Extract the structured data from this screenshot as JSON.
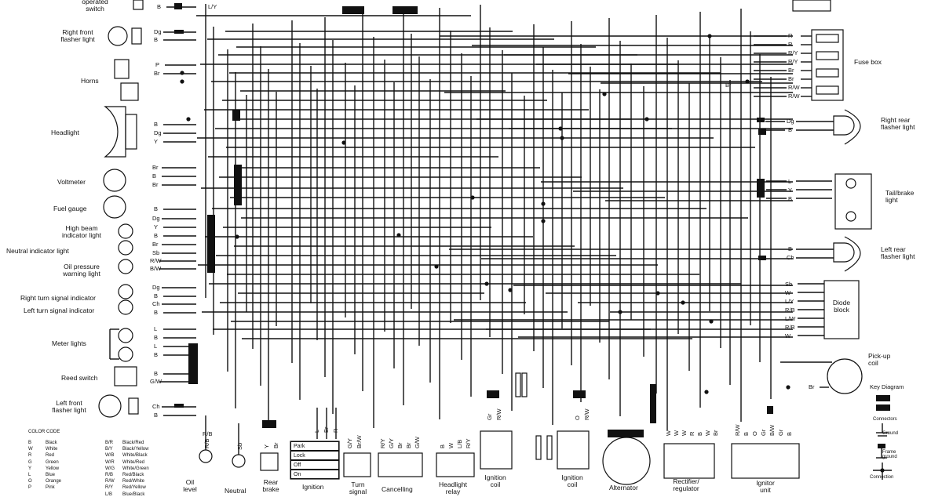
{
  "components_left": {
    "operated_switch": "operated\nswitch",
    "right_front_flasher": "Right front\nflasher light",
    "horns": "Horns",
    "headlight": "Headlight",
    "voltmeter": "Voltmeter",
    "fuel_gauge": "Fuel gauge",
    "high_beam": "High beam\nindicator light",
    "neutral_indicator": "Neutral indicator light",
    "oil_pressure": "Oil pressure\nwarning light",
    "right_turn_indicator": "Right turn signal indicator",
    "left_turn_indicator": "Left turn signal indicator",
    "meter_lights": "Meter lights",
    "reed_switch": "Reed switch",
    "left_front_flasher": "Left front\nflasher light"
  },
  "components_right": {
    "fuse_box": "Fuse box",
    "right_rear_flasher": "Right rear\nflasher light",
    "tail_brake": "Tail/brake\nlight",
    "left_rear_flasher": "Left rear\nflasher light",
    "diode_block": "Diode\nblock",
    "pickup_coil": "Pick-up\ncoil",
    "key_diagram": "Key Diagram",
    "key_connectors": "Connectors",
    "key_ground": "Ground",
    "key_frame_ground": "Frame\nground",
    "key_connection": "Connection"
  },
  "components_bottom": {
    "oil_level": "Oil\nlevel",
    "neutral": "Neutral",
    "rear": "Rear\nbrake",
    "ignition": "Ignition",
    "turn": "Turn\nsignal",
    "cancelling": "Cancelling",
    "headlight_relay": "Headlight\nrelay",
    "ignition_coil_1": "Ignition\ncoil",
    "ignition_coil_2": "Ignition\ncoil",
    "alternator": "Alternator",
    "rectifier": "Rectifier/\nregulator",
    "ignitor": "Ignitor\nunit"
  },
  "ignition_switch_table": {
    "rows": [
      "Park",
      "Lock",
      "Off",
      "On"
    ]
  },
  "wire_codes_left": {
    "operated": "B",
    "operated_ly": "L/Y",
    "rf_dg": "Dg",
    "rf_b": "B",
    "horn_p": "P",
    "horn_br": "Br",
    "hl_b": "B",
    "hl_dg": "Dg",
    "hl_y": "Y",
    "vm_br1": "Br",
    "vm_b": "B",
    "vm_br2": "Br",
    "fg_b": "B",
    "fg_dg": "Dg",
    "hb_y": "Y",
    "hb_b": "B",
    "ni_br": "Br",
    "ni_sb": "Sb",
    "op_rw": "R/W",
    "op_bw": "B/W",
    "rt_dg": "Dg",
    "rt_b": "B",
    "lt_ch": "Ch",
    "lt_b": "B",
    "ml_l1": "L",
    "ml_b1": "B",
    "ml_l2": "L",
    "ml_b2": "B",
    "rs_b": "B",
    "rs_gw": "G/W",
    "lf_ch": "Ch",
    "lf_b": "B"
  },
  "wire_codes_right": {
    "fuse": [
      "R",
      "R",
      "R/Y",
      "R/Y",
      "Br",
      "Br",
      "R/W",
      "R/W"
    ],
    "fuse_br": "Br",
    "rr_dg": "Dg",
    "rr_b": "B",
    "tail": [
      "L",
      "Y",
      "B"
    ],
    "lr_b": "B",
    "lr_ch": "Ch",
    "diode": [
      "Sb",
      "W",
      "L/Y",
      "R/B",
      "L/W",
      "R/B",
      "W"
    ],
    "pickup_br": "Br"
  },
  "wire_codes_bottom": {
    "oil": "R/B",
    "neutral": "Sb",
    "rear": [
      "Y",
      "Br"
    ],
    "ignition": [
      "L",
      "Br",
      "R"
    ],
    "turn": [
      "G/Y",
      "Br/W"
    ],
    "cancel": [
      "R/Y",
      "G/Y",
      "Br",
      "Br",
      "G/W"
    ],
    "relay": [
      "B",
      "W",
      "L/B",
      "R/Y"
    ],
    "coil1": [
      "Gr",
      "R/W"
    ],
    "coil2": [
      "O",
      "R/W"
    ],
    "rect": [
      "W",
      "W",
      "W",
      "R",
      "B",
      "W",
      "Br"
    ],
    "ignitor": [
      "R/W",
      "B",
      "O",
      "Gr",
      "B/W",
      "Gr",
      "B"
    ]
  },
  "color_code": {
    "title": "COLOR CODE",
    "left": [
      [
        "B",
        "Black"
      ],
      [
        "W",
        "White"
      ],
      [
        "R",
        "Red"
      ],
      [
        "G",
        "Green"
      ],
      [
        "Y",
        "Yellow"
      ],
      [
        "L",
        "Blue"
      ],
      [
        "O",
        "Orange"
      ],
      [
        "P",
        "Pink"
      ]
    ],
    "right": [
      [
        "B/R",
        "Black/Red"
      ],
      [
        "B/Y",
        "Black/Yellow"
      ],
      [
        "W/B",
        "White/Black"
      ],
      [
        "W/R",
        "White/Red"
      ],
      [
        "W/G",
        "White/Green"
      ],
      [
        "R/B",
        "Red/Black"
      ],
      [
        "R/W",
        "Red/White"
      ],
      [
        "R/Y",
        "Red/Yellow"
      ],
      [
        "L/B",
        "Blue/Black"
      ]
    ]
  }
}
